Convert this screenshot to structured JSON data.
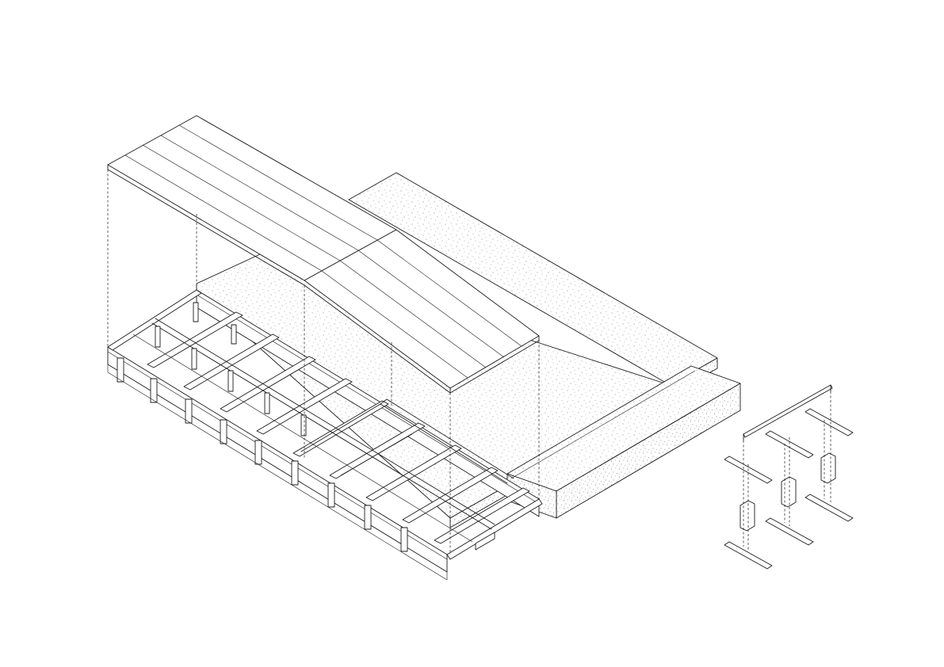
{
  "drawing": {
    "style": "axonometric exploded line drawing",
    "line_color": "#1a1a1a",
    "background_color": "#ffffff",
    "parts": [
      {
        "name": "roof-boards-icon",
        "boards": 5
      },
      {
        "name": "stippled-floor-platform-icon"
      },
      {
        "name": "lower-stippled-step-icon"
      },
      {
        "name": "timber-frame-grid-icon",
        "joists": 10
      },
      {
        "name": "exploded-post-joint-detail-icon",
        "posts": 3
      }
    ]
  }
}
